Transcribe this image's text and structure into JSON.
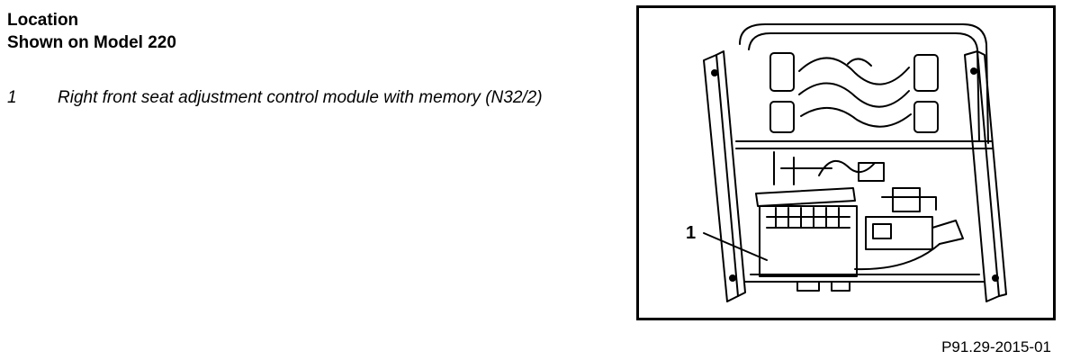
{
  "heading": {
    "line1": "Location",
    "line2": "Shown on Model 220"
  },
  "legend": [
    {
      "number": "1",
      "text": "Right front seat adjustment control module with memory (N32/2)"
    }
  ],
  "figure": {
    "callout_label": "1",
    "code": "P91.29-2015-01"
  }
}
